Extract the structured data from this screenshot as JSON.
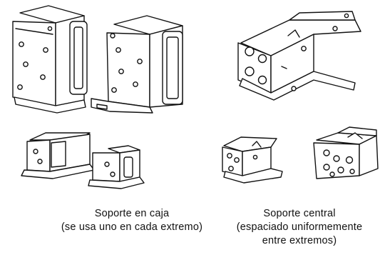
{
  "captions": {
    "left": {
      "line1": "Soporte en caja",
      "line2": "(se usa uno en cada extremo)"
    },
    "right": {
      "line1": "Soporte central",
      "line2": "(espaciado uniformemente",
      "line3": "entre extremos)"
    }
  }
}
